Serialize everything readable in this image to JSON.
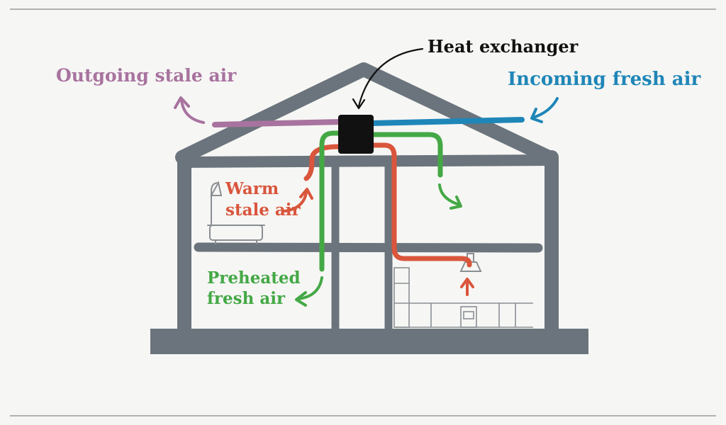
{
  "labels": {
    "heat_exchanger": "Heat exchanger",
    "outgoing": "Outgoing stale air",
    "incoming": "Incoming fresh air",
    "warm_line1": "Warm",
    "warm_line2": "stale air",
    "preheated_line1": "Preheated",
    "preheated_line2": "fresh air"
  },
  "colors": {
    "house": "#6b747c",
    "outgoing": "#a8739f",
    "incoming": "#1f86b8",
    "warm": "#d9553c",
    "preheated": "#44a845",
    "exchanger": "#111111",
    "background": "#f6f6f4",
    "fixtures": "#8a8f94"
  },
  "icons": [
    "bathtub-icon",
    "shower-head-icon",
    "range-hood-icon",
    "kitchen-oven-icon",
    "fridge-icon"
  ]
}
